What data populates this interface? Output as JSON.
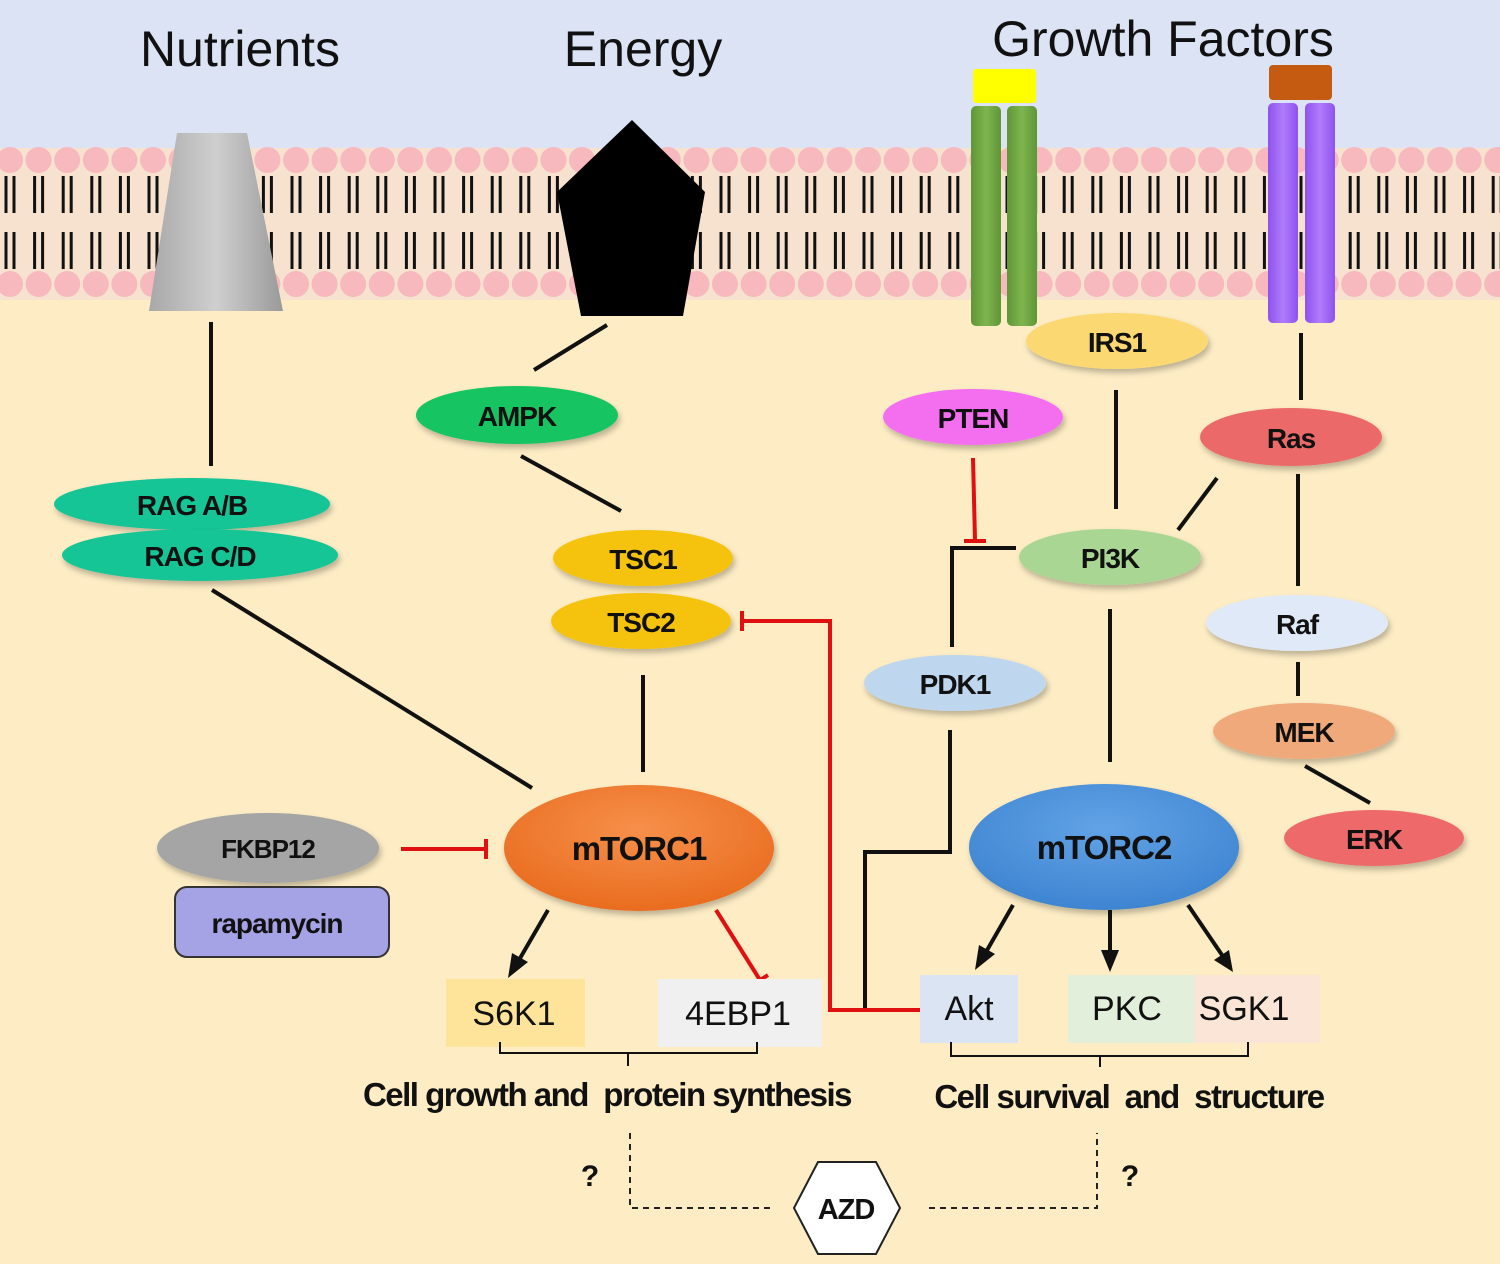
{
  "inputs": {
    "nutrients": "Nutrients",
    "energy": "Energy",
    "growth_factors": "Growth Factors"
  },
  "nodes": {
    "rag_ab": "RAG A/B",
    "rag_cd": "RAG C/D",
    "ampk": "AMPK",
    "tsc1": "TSC1",
    "tsc2": "TSC2",
    "irs1": "IRS1",
    "pten": "PTEN",
    "pi3k": "PI3K",
    "pdk1": "PDK1",
    "ras": "Ras",
    "raf": "Raf",
    "mek": "MEK",
    "erk": "ERK",
    "fkbp12": "FKBP12",
    "rapamycin": "rapamycin",
    "mtorc1": "mTORC1",
    "mtorc2": "mTORC2"
  },
  "effectors": {
    "s6k1": "S6K1",
    "4ebp1": "4EBP1",
    "akt": "Akt",
    "pkc": "PKC",
    "sgk1": "SGK1"
  },
  "outcomes": {
    "growth": "Cell growth and  protein synthesis",
    "survival": "Cell survival  and  structure"
  },
  "drug": {
    "label": "AZD",
    "unknown_left": "?",
    "unknown_right": "?"
  },
  "colors": {
    "extracellular": "#dce3f4",
    "cytoplasm": "#fdecc4",
    "lipid_head": "#f7b8be",
    "inhibition": "#e01010",
    "rag": "#17c595",
    "ampk": "#19c462",
    "tsc": "#f5c20c",
    "irs1": "#fbd871",
    "pten": "#f46ef0",
    "pi3k": "#a9d693",
    "pdk1": "#bed6ee",
    "ras": "#eb6b69",
    "raf": "#dfe9f7",
    "mek": "#f0a97a",
    "erk": "#ee6a6a",
    "fkbp12": "#a5a5a5",
    "rapamycin": "#a6a2e6",
    "mtorc1": "#f07b2c",
    "mtorc2": "#4d92da",
    "receptor1": "#73aa45",
    "receptor1_ligand": "#ffff00",
    "receptor2": "#a367f7",
    "receptor2_ligand": "#c55a11"
  }
}
